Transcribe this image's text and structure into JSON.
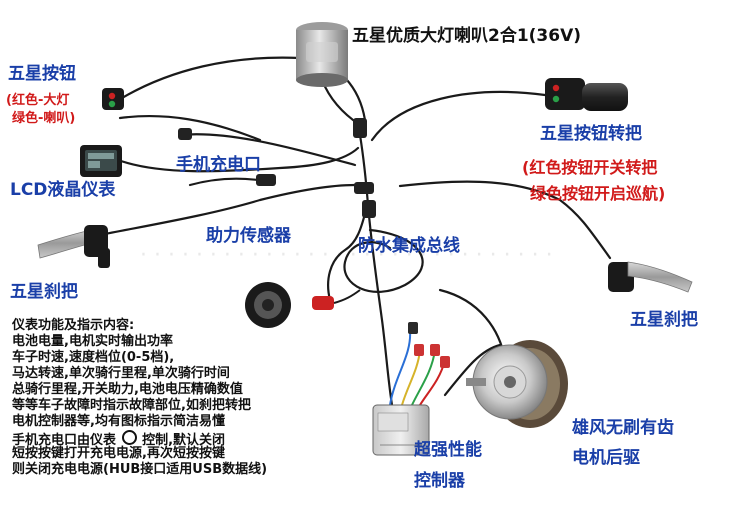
{
  "labels": {
    "headlight_horn": "五星优质大灯喇叭2合1(36V)",
    "button_title": "五星按钮",
    "button_note_1": "(红色-大灯",
    "button_note_2": "绿色-喇叭)",
    "phone_charge": "手机充电口",
    "lcd": "LCD液晶仪表",
    "throttle_title": "五星按钮转把",
    "throttle_note_1": "(红色按钮开关转把",
    "throttle_note_2": "绿色按钮开启巡航)",
    "assist_sensor": "助力传感器",
    "harness": "防水集成总线",
    "brake_left": "五星刹把",
    "brake_right": "五星刹把",
    "controller_1": "超强性能",
    "controller_2": "控制器",
    "motor_1": "雄风无刷有齿",
    "motor_2": "电机后驱"
  },
  "description": {
    "lines": [
      "仪表功能及指示内容:",
      "电池电量,电机实时输出功率",
      "车子时速,速度档位(0-5档),",
      "马达转速,单次骑行里程,单次骑行时间",
      "总骑行里程,开关助力,电池电压精确数值",
      "等等车子故障时指示故障部位,如刹把转把",
      "电机控制器等,均有图标指示简洁易懂",
      "手机充电口由仪表",
      "短按按键打开充电电源,再次短按按键",
      "则关闭充电电源(HUB接口适用USB数据线)"
    ],
    "line8_suffix": "控制,默认关闭"
  },
  "colors": {
    "label_blue": "#1a3fa8",
    "label_red": "#d11a1a",
    "text_black": "#111111",
    "wire": "#1a1a1a",
    "button_red": "#cc2222",
    "button_green": "#2aa048"
  }
}
